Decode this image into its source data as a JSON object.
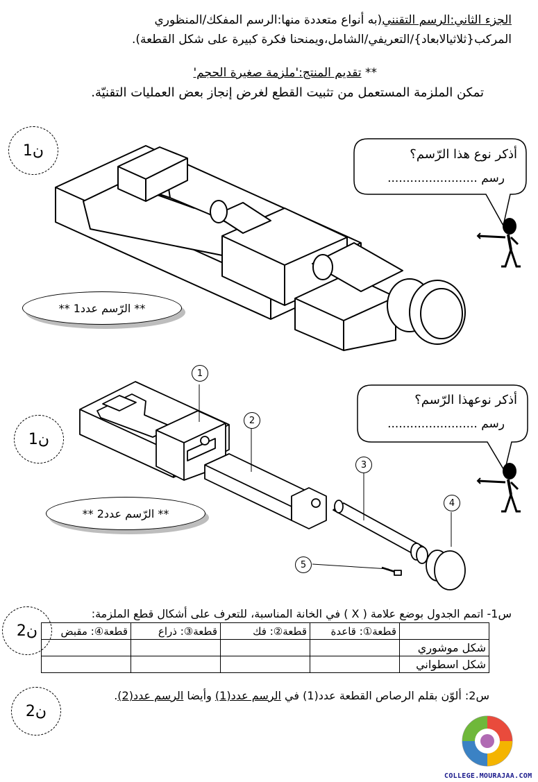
{
  "header": {
    "line1_part_title": "الجزء الثاني:الرسم التقنني",
    "line1_rest": "(به أنواع متعددة منها:الرسم المفكك/المنظوري",
    "line2": "المركب{ثلاثيالابعاد}/التعريفي/الشامل،ويمنحنا فكرة كبيرة على شكل القطعة).",
    "product_prefix": "** ",
    "product_title": "تقديم المنتج:'ملزمة صغيرة الحجم'",
    "product_desc": "تمكن الملزمة المستعمل من تثبيت القطع لغرض إنجاز بعض العمليات التقنيّة."
  },
  "drawing1": {
    "points": "1ن",
    "question": "أذكر نوع هذا الرّسم؟",
    "answer_line": "رسم ........................",
    "label": "** الرّسم عدد1 **"
  },
  "drawing2": {
    "points": "1ن",
    "question": "أذكر نوعهذا الرّسم؟",
    "answer_line": "رسم ........................",
    "label": "** الرّسم عدد2 **",
    "callouts": [
      "1",
      "2",
      "3",
      "4",
      "5"
    ]
  },
  "q1": {
    "points": "2ن",
    "text": "س1-  اتمم الجدول بوضع علامة ( X ) في الخانة المناسبة، للتعرف على أشكال قطع الملزمة:",
    "headers": [
      "",
      "قطعة①: قاعدة",
      "قطعة②: فك",
      "قطعة③: ذراع",
      "قطعة④: مقبض"
    ],
    "rows": [
      "شكل موشوري",
      "شكل اسطواني"
    ]
  },
  "q2": {
    "points": "2ن",
    "prefix": "س2: ألوّن بقلم الرصاص القطعة عدد(1) في ",
    "ref1": "الرسم عدد(1)",
    "middle": " وأيضا ",
    "ref2": "الرسم عدد(2)",
    "suffix": "."
  },
  "footer": {
    "site": "COLLEGE.MOURAJAA.COM"
  }
}
